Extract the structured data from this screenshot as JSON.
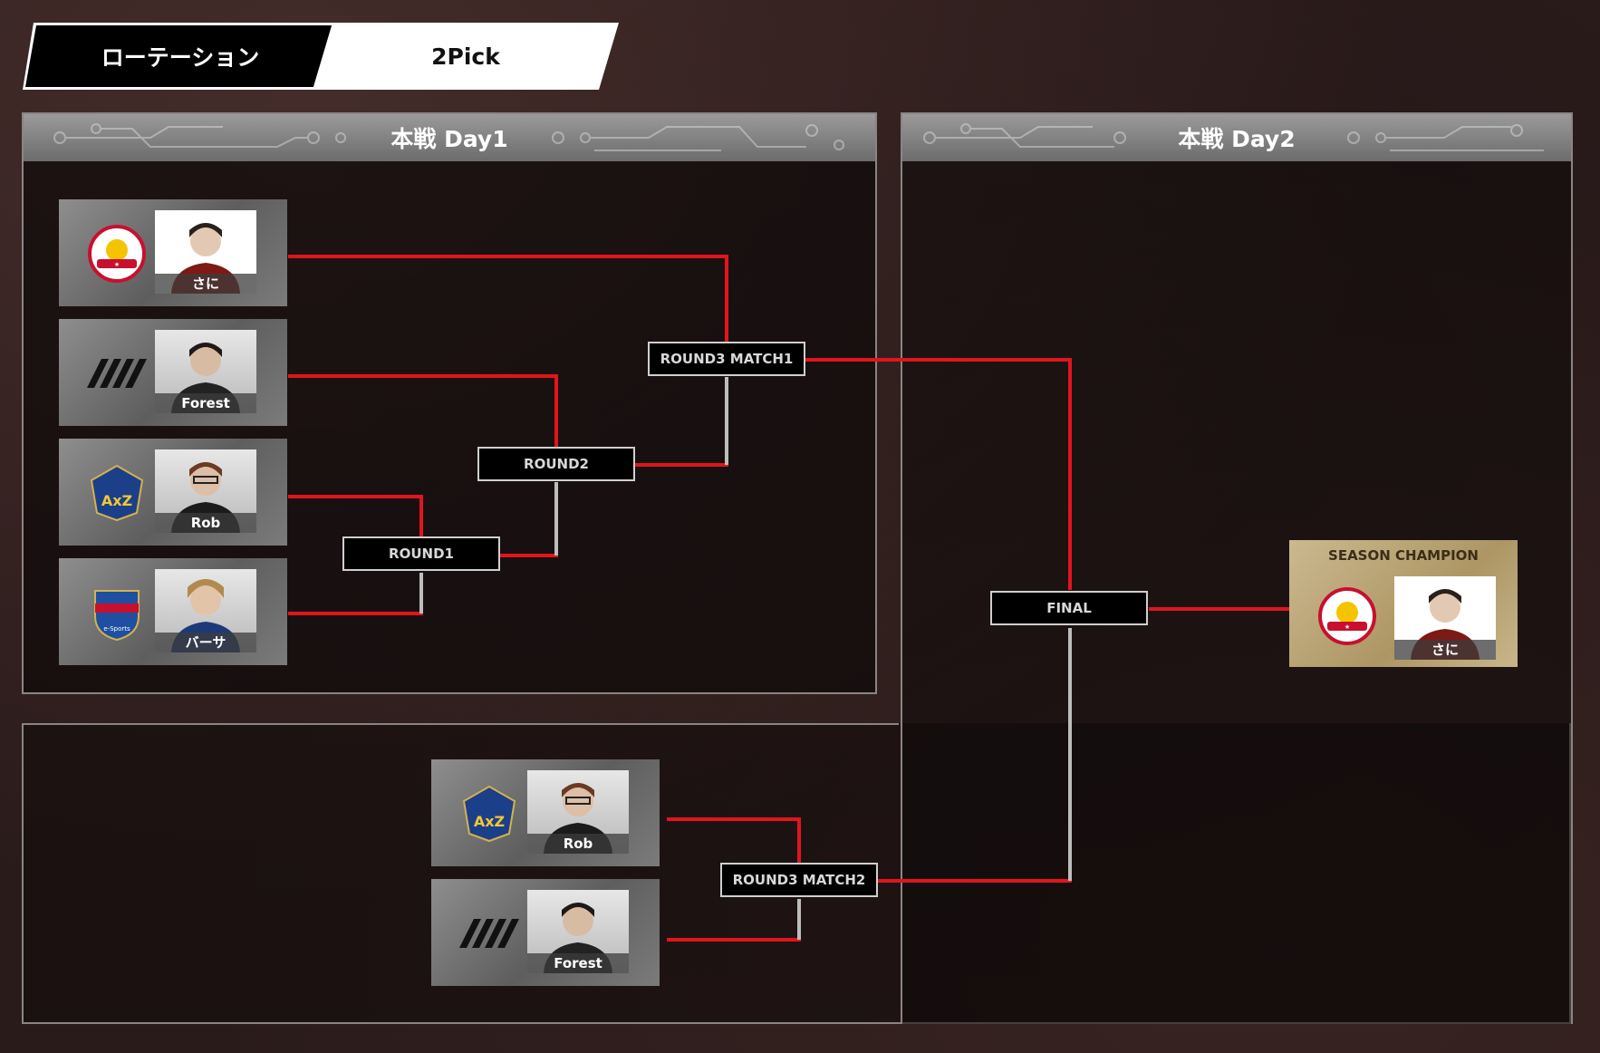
{
  "tabs": {
    "rotation": "ローテーション",
    "two_pick": "2Pick"
  },
  "day1": {
    "title": "本戦 Day1"
  },
  "day2": {
    "title": "本戦 Day2"
  },
  "rounds": {
    "round1": "ROUND1",
    "round2": "ROUND2",
    "r3m1": "ROUND3 MATCH1",
    "r3m2": "ROUND3 MATCH2",
    "final": "FINAL"
  },
  "players": {
    "p1": {
      "name": "さに",
      "team": "babystar-logo"
    },
    "p2": {
      "name": "Forest",
      "team": "stripes-logo"
    },
    "p3": {
      "name": "Rob",
      "team": "axiz-logo"
    },
    "p4": {
      "name": "バーサ",
      "team": "marinos-logo"
    },
    "p5": {
      "name": "Rob",
      "team": "axiz-logo"
    },
    "p6": {
      "name": "Forest",
      "team": "stripes-logo"
    }
  },
  "champion": {
    "label": "SEASON CHAMPION",
    "name": "さに"
  },
  "colors": {
    "win_line": "#e0151d",
    "lose_line": "#bdbdbd",
    "accent_gold": "#b9a272"
  }
}
